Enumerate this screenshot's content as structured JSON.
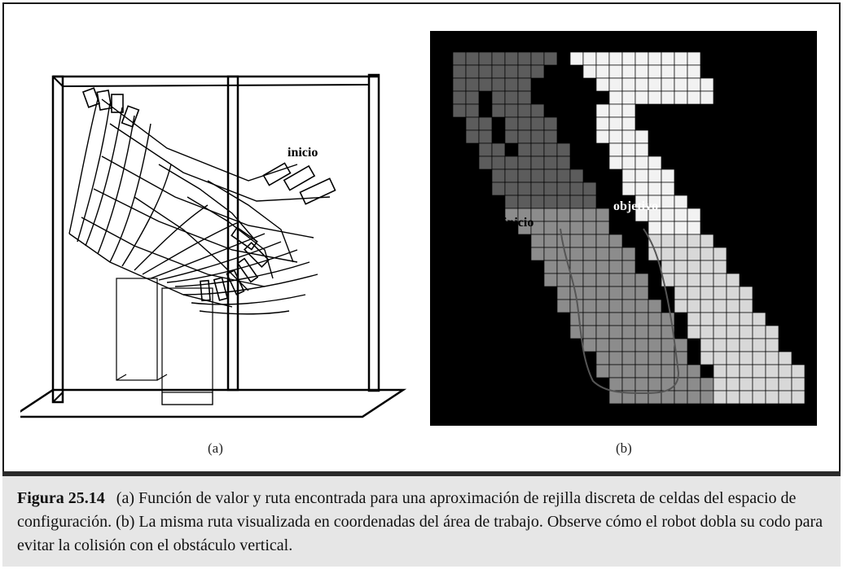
{
  "panel_a": {
    "label_start": "inicio",
    "sublabel": "(a)"
  },
  "panel_b": {
    "label_start": "inicio",
    "label_goal": "objetivo",
    "sublabel": "(b)"
  },
  "caption": {
    "figure_number": "Figura 25.14",
    "text": "(a) Función de valor y ruta encontrada para una aproximación de rejilla discreta de celdas del espacio de configuración. (b) La misma ruta visualizada en coordenadas del área de trabajo. Observe cómo el robot dobla su codo para evitar la colisión con el obstáculo vertical."
  },
  "colors": {
    "frame": "#1a1a1a",
    "caption_bg": "#e6e6e6",
    "grid_background": "#000000",
    "cell_dark": "#5c5c5c",
    "cell_mid": "#8c8c8c",
    "cell_light": "#d8d8d8",
    "cell_lightest": "#f2f2f2"
  }
}
